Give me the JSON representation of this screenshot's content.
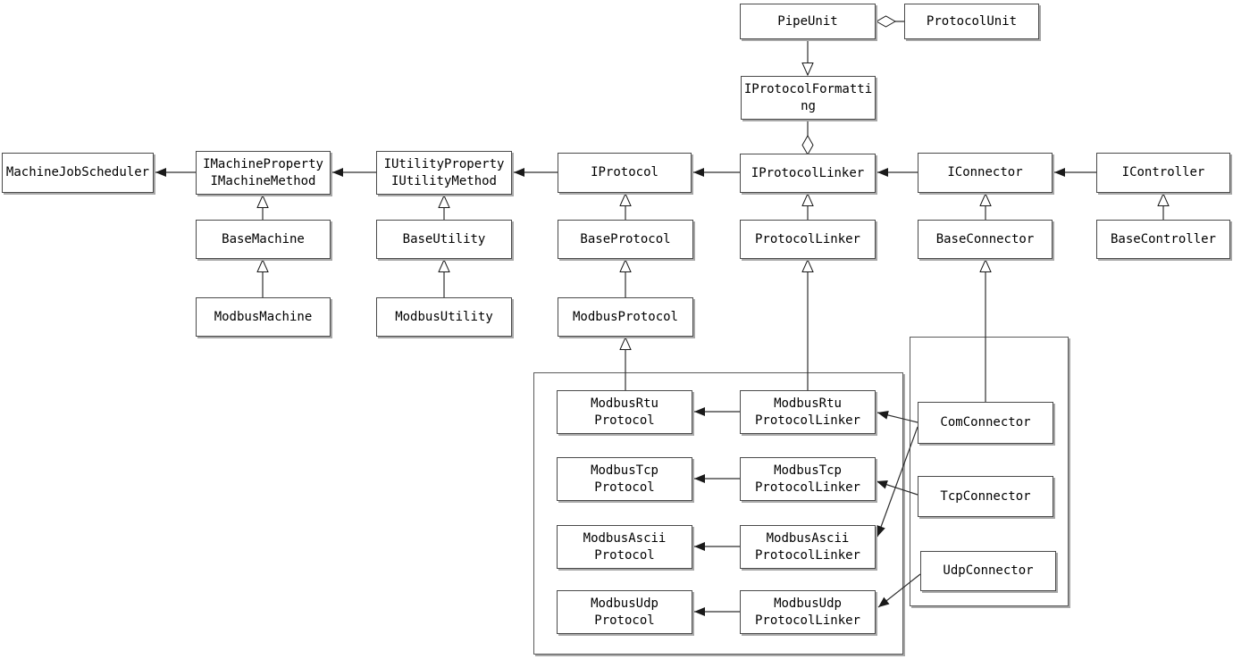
{
  "diagram": {
    "title": "Modbus protocol class diagram",
    "colors": {
      "background": "#ffffff",
      "box_fill": "#ffffff",
      "box_border": "#4a4a4a",
      "line": "#2e2e2e",
      "text": "#000000"
    },
    "nodes": {
      "pipe_unit": "PipeUnit",
      "protocol_unit": "ProtocolUnit",
      "iprotocol_formatting": "IProtocolFormatting",
      "machine_job_scheduler": "MachineJobScheduler",
      "imachine": "IMachineProperty\nIMachineMethod",
      "iutility": "IUtilityProperty\nIUtilityMethod",
      "iprotocol": "IProtocol",
      "iprotocol_linker": "IProtocolLinker",
      "iconnector": "IConnector",
      "icontroller": "IController",
      "base_machine": "BaseMachine",
      "base_utility": "BaseUtility",
      "base_protocol": "BaseProtocol",
      "protocol_linker": "ProtocolLinker",
      "base_connector": "BaseConnector",
      "base_controller": "BaseController",
      "modbus_machine": "ModbusMachine",
      "modbus_utility": "ModbusUtility",
      "modbus_protocol": "ModbusProtocol",
      "modbus_rtu_protocol": "ModbusRtu\nProtocol",
      "modbus_rtu_protocol_linker": "ModbusRtu\nProtocolLinker",
      "modbus_tcp_protocol": "ModbusTcp\nProtocol",
      "modbus_tcp_protocol_linker": "ModbusTcp\nProtocolLinker",
      "modbus_ascii_protocol": "ModbusAscii\nProtocol",
      "modbus_ascii_protocol_linker": "ModbusAscii\nProtocolLinker",
      "modbus_udp_protocol": "ModbusUdp\nProtocol",
      "modbus_udp_protocol_linker": "ModbusUdp\nProtocolLinker",
      "com_connector": "ComConnector",
      "tcp_connector": "TcpConnector",
      "udp_connector": "UdpConnector"
    },
    "edges": [
      {
        "whole": "pipe_unit",
        "part": "protocol_unit",
        "type": "aggregation"
      },
      {
        "whole": "iprotocol_linker",
        "part": "iprotocol_formatting",
        "type": "aggregation"
      },
      {
        "from": "pipe_unit",
        "to": "iprotocol_formatting",
        "type": "generalization"
      },
      {
        "from": "base_machine",
        "to": "imachine",
        "type": "generalization"
      },
      {
        "from": "modbus_machine",
        "to": "base_machine",
        "type": "generalization"
      },
      {
        "from": "base_utility",
        "to": "iutility",
        "type": "generalization"
      },
      {
        "from": "modbus_utility",
        "to": "base_utility",
        "type": "generalization"
      },
      {
        "from": "base_protocol",
        "to": "iprotocol",
        "type": "generalization"
      },
      {
        "from": "modbus_protocol",
        "to": "base_protocol",
        "type": "generalization"
      },
      {
        "from": "modbus_rtu_protocol",
        "to": "modbus_protocol",
        "type": "generalization"
      },
      {
        "from": "protocol_linker",
        "to": "iprotocol_linker",
        "type": "generalization"
      },
      {
        "from": "modbus_rtu_protocol_linker",
        "to": "protocol_linker",
        "type": "generalization"
      },
      {
        "from": "base_connector",
        "to": "iconnector",
        "type": "generalization"
      },
      {
        "from": "com_connector",
        "to": "base_connector",
        "type": "generalization"
      },
      {
        "from": "base_controller",
        "to": "icontroller",
        "type": "generalization"
      },
      {
        "from": "imachine",
        "to": "machine_job_scheduler",
        "type": "directed-association"
      },
      {
        "from": "iutility",
        "to": "imachine",
        "type": "directed-association"
      },
      {
        "from": "iprotocol",
        "to": "iutility",
        "type": "directed-association"
      },
      {
        "from": "iprotocol_linker",
        "to": "iprotocol",
        "type": "directed-association"
      },
      {
        "from": "iconnector",
        "to": "iprotocol_linker",
        "type": "directed-association"
      },
      {
        "from": "icontroller",
        "to": "iconnector",
        "type": "directed-association"
      },
      {
        "from": "modbus_rtu_protocol_linker",
        "to": "modbus_rtu_protocol",
        "type": "directed-association"
      },
      {
        "from": "modbus_tcp_protocol_linker",
        "to": "modbus_tcp_protocol",
        "type": "directed-association"
      },
      {
        "from": "modbus_ascii_protocol_linker",
        "to": "modbus_ascii_protocol",
        "type": "directed-association"
      },
      {
        "from": "modbus_udp_protocol_linker",
        "to": "modbus_udp_protocol",
        "type": "directed-association"
      },
      {
        "from": "com_connector",
        "to": "modbus_rtu_protocol_linker",
        "type": "directed-association"
      },
      {
        "from": "com_connector",
        "to": "modbus_ascii_protocol_linker",
        "type": "directed-association"
      },
      {
        "from": "tcp_connector",
        "to": "modbus_tcp_protocol_linker",
        "type": "directed-association"
      },
      {
        "from": "udp_connector",
        "to": "modbus_udp_protocol_linker",
        "type": "directed-association"
      }
    ]
  }
}
